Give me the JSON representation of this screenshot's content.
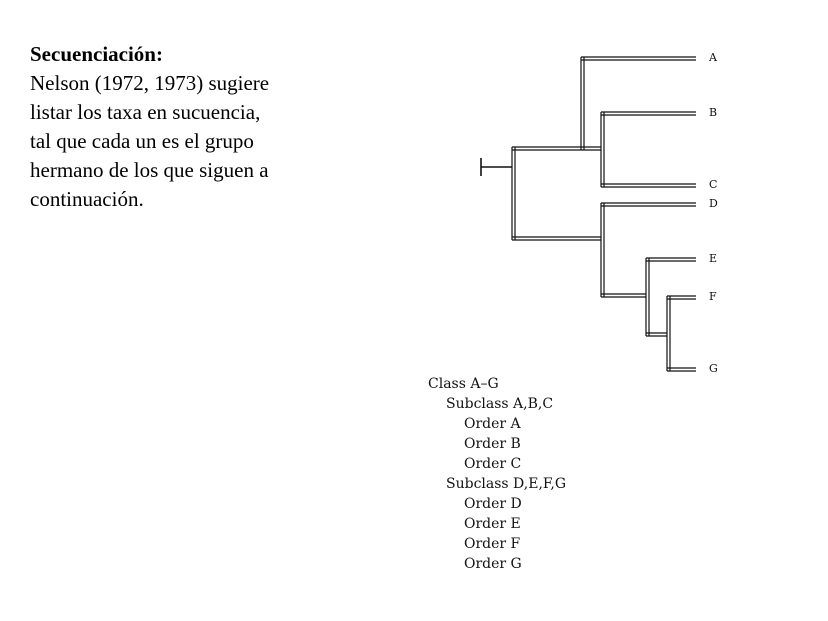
{
  "heading": {
    "title": "Secuenciación:",
    "lines": [
      "Nelson (1972, 1973) sugiere",
      "listar los taxa en sucuencia,",
      "tal que cada un es el grupo",
      "hermano de los que siguen a",
      "continuación."
    ]
  },
  "tree": {
    "taxa": [
      "A",
      "B",
      "C",
      "D",
      "E",
      "F",
      "G"
    ]
  },
  "classification": [
    {
      "level": 0,
      "text": "Class A–G"
    },
    {
      "level": 1,
      "text": "Subclass A,B,C"
    },
    {
      "level": 2,
      "text": "Order A"
    },
    {
      "level": 2,
      "text": "Order B"
    },
    {
      "level": 2,
      "text": "Order C"
    },
    {
      "level": 1,
      "text": "Subclass D,E,F,G"
    },
    {
      "level": 2,
      "text": "Order D"
    },
    {
      "level": 2,
      "text": "Order E"
    },
    {
      "level": 2,
      "text": "Order F"
    },
    {
      "level": 2,
      "text": "Order G"
    }
  ],
  "colors": {
    "line": "#111111",
    "text": "#000000"
  }
}
